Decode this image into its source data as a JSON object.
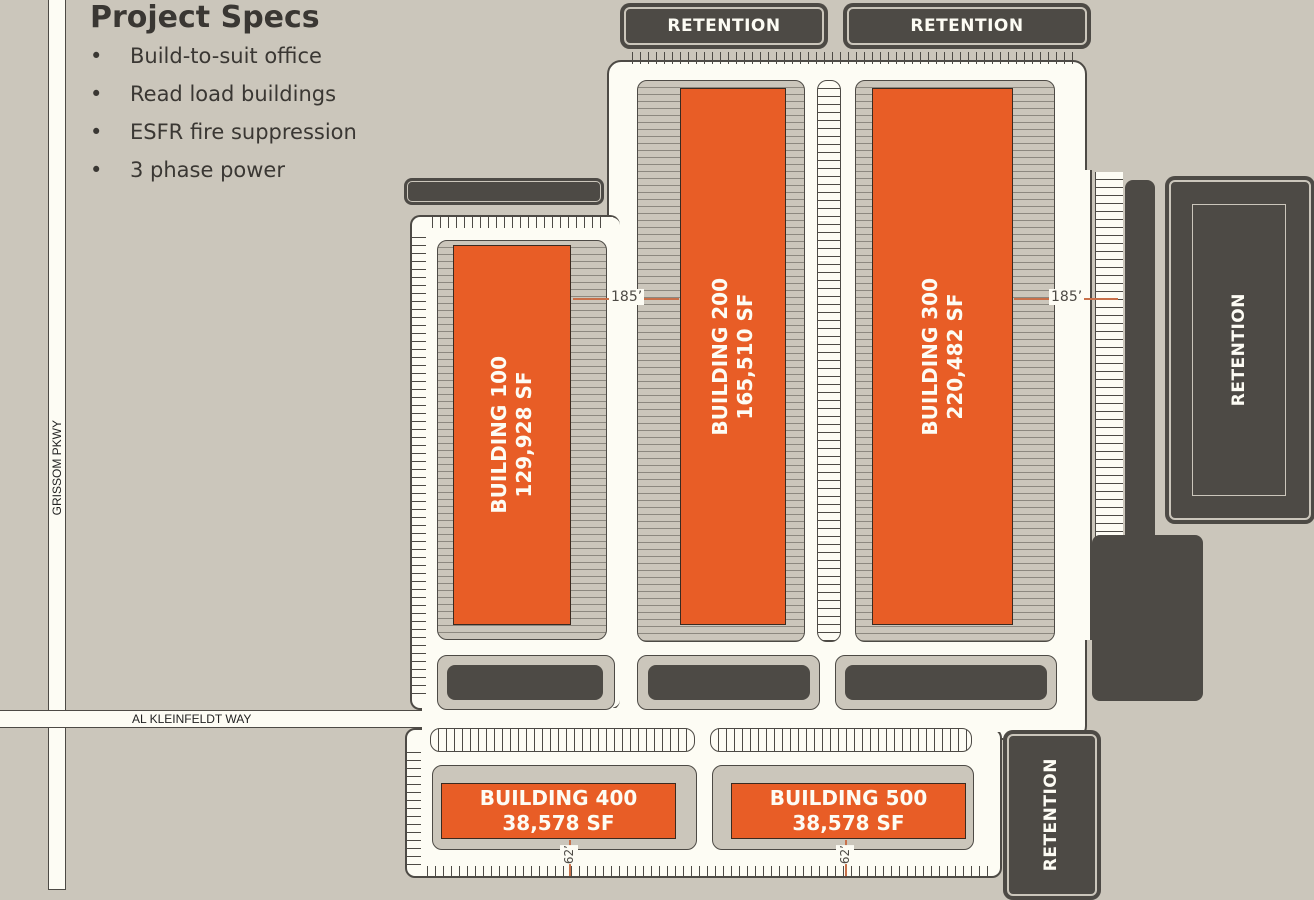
{
  "specs": {
    "title": "Project Specs",
    "items": [
      "Build-to-suit office",
      "Read load buildings",
      "ESFR fire suppression",
      "3 phase power"
    ]
  },
  "roads": {
    "vertical": "GRISSOM PKWY",
    "horizontal": "AL KLEINFELDT WAY"
  },
  "retention_label": "RETENTION",
  "buildings": [
    {
      "name": "BUILDING 100",
      "area": "129,928 SF"
    },
    {
      "name": "BUILDING 200",
      "area": "165,510 SF"
    },
    {
      "name": "BUILDING 300",
      "area": "220,482 SF"
    },
    {
      "name": "BUILDING 400",
      "area": "38,578 SF"
    },
    {
      "name": "BUILDING 500",
      "area": "38,578 SF"
    }
  ],
  "dimensions": {
    "truck_court_a": "185’",
    "truck_court_b": "185’",
    "bottom_a": "62’",
    "bottom_b": "62’"
  },
  "colors": {
    "background": "#cbc6bb",
    "pavement": "#fdfcf4",
    "building": "#e85d26",
    "retention": "#4d4a45"
  }
}
